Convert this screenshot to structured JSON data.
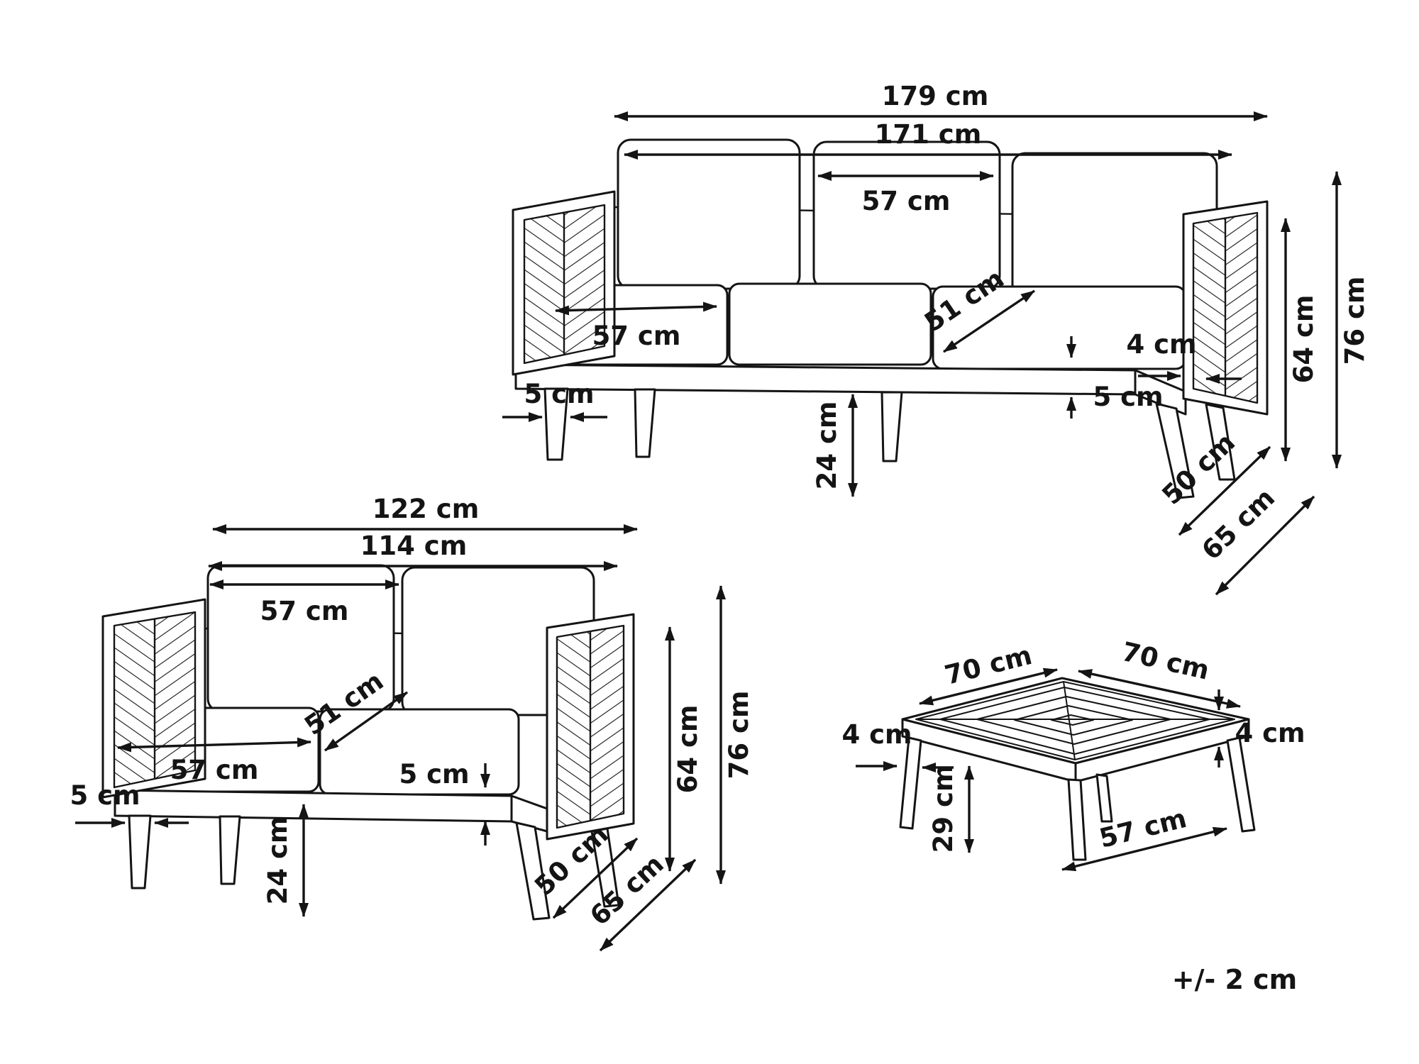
{
  "colors": {
    "ink": "#141414",
    "background": "#ffffff"
  },
  "note": {
    "tolerance": "+/- 2 cm"
  },
  "sofa3": {
    "dims": {
      "total_width": "179 cm",
      "inner_width": "171 cm",
      "back_cushion_width": "57 cm",
      "seat_cushion_width": "57 cm",
      "seat_depth": "51 cm",
      "arm_post_width": "4 cm",
      "cushion_thickness": "5 cm",
      "leg_width": "5 cm",
      "leg_height": "24 cm",
      "arm_height": "64 cm",
      "total_height": "76 cm",
      "seat_depth_outer": "50 cm",
      "total_depth": "65 cm"
    }
  },
  "sofa2": {
    "dims": {
      "total_width": "122 cm",
      "inner_width": "114 cm",
      "back_cushion_width": "57 cm",
      "seat_cushion_width": "57 cm",
      "seat_depth": "51 cm",
      "cushion_thickness": "5 cm",
      "leg_width": "5 cm",
      "leg_height": "24 cm",
      "arm_height": "64 cm",
      "total_height": "76 cm",
      "seat_depth_outer": "50 cm",
      "total_depth": "65 cm"
    }
  },
  "table": {
    "dims": {
      "top_width_left": "70 cm",
      "top_width_right": "70 cm",
      "leg_width": "4 cm",
      "top_thickness": "4 cm",
      "leg_height": "29 cm",
      "base_width": "57 cm"
    }
  }
}
